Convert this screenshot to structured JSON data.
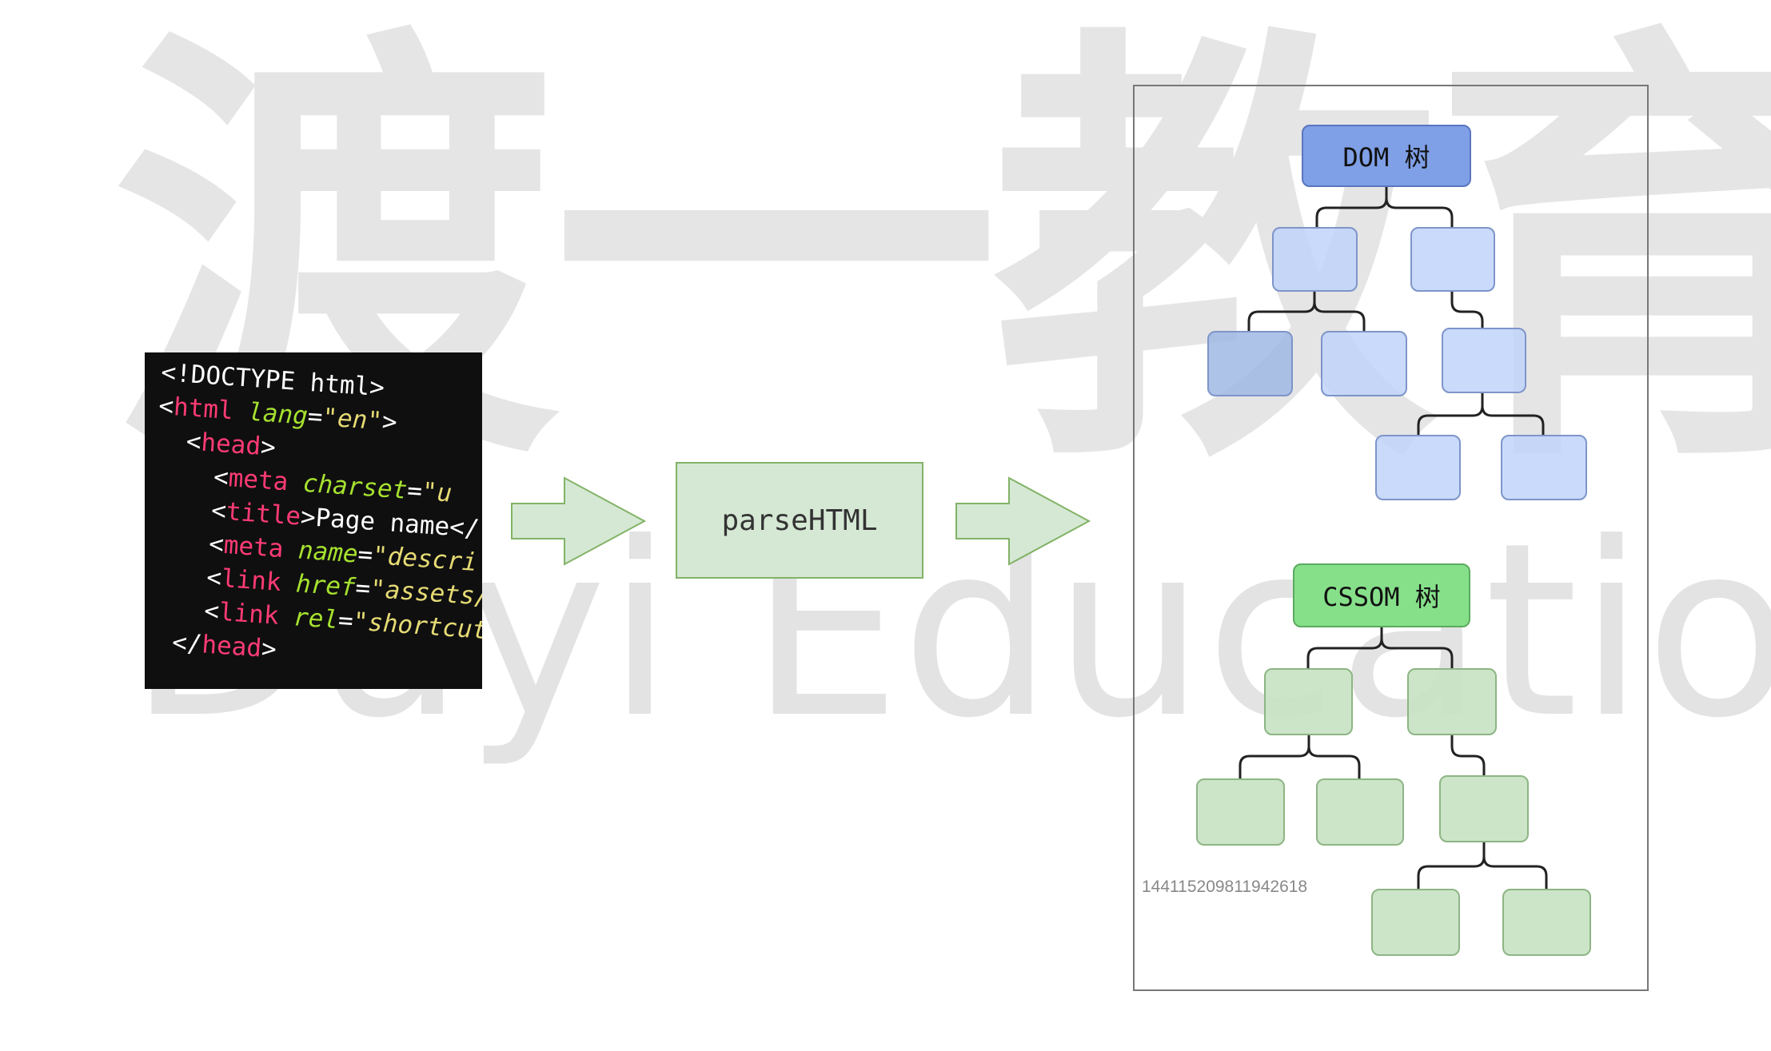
{
  "watermark": {
    "cn": "渡一教育",
    "en": "Duyi Education"
  },
  "code_lines": [
    "<!DOCTYPE html>",
    "<html lang=\"en\">",
    "<head>",
    "<meta charset=\"u",
    "<title>Page name</",
    "<meta name=\"descri",
    "<link href=\"assets/",
    "<link rel=\"shortcut",
    "</head>"
  ],
  "process": {
    "label": "parseHTML"
  },
  "dom_tree": {
    "root_label": "DOM 树"
  },
  "cssom_tree": {
    "root_label": "CSSOM 树"
  },
  "id_text": "144115209811942618",
  "colors": {
    "dom_root": "#7f9fe6",
    "dom_node": "#c0d4fa",
    "cssom_root": "#86e08a",
    "cssom_node": "#c6e2c2",
    "process_fill": "#d5e8d4",
    "arrow_fill": "#d5e8d4"
  }
}
